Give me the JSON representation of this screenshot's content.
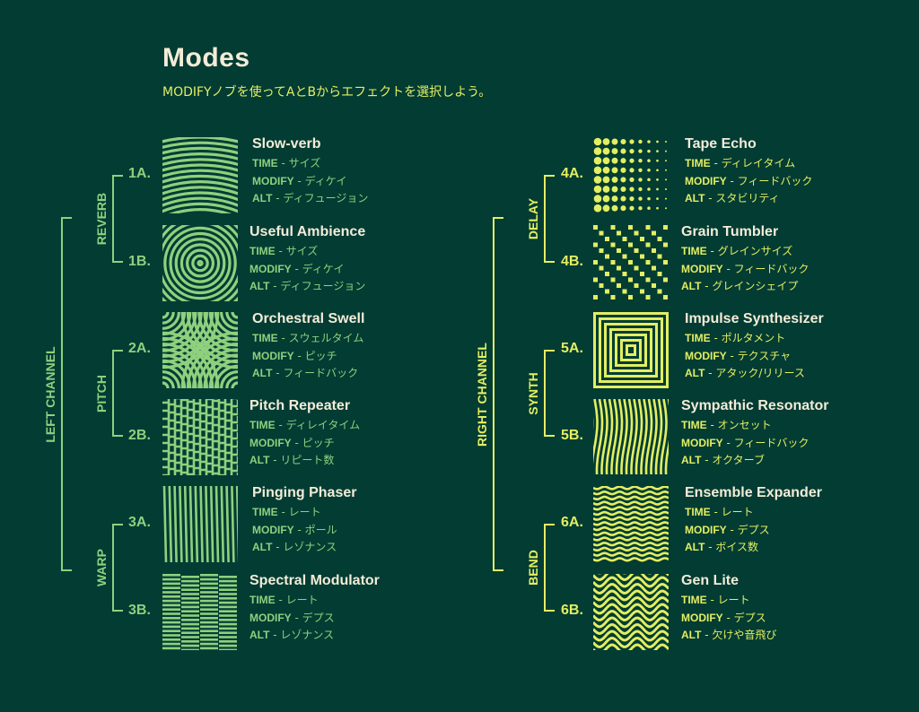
{
  "header": {
    "title": "Modes",
    "subtitle": "MODIFYノブを使ってAとBからエフェクトを選択しよう。"
  },
  "colors": {
    "background": "#023c33",
    "title": "#f3ecd8",
    "left_accent": "#8fd07e",
    "right_accent": "#e3ee62"
  },
  "channels": [
    {
      "label": "LEFT CHANNEL",
      "groups": [
        {
          "label": "REVERB",
          "modes": [
            {
              "code": "1A.",
              "name": "Slow-verb",
              "pattern": "arcs-icon",
              "params": [
                {
                  "key": "TIME",
                  "value": "サイズ"
                },
                {
                  "key": "MODIFY",
                  "value": "ディケイ"
                },
                {
                  "key": "ALT",
                  "value": "ディフュージョン"
                }
              ]
            },
            {
              "code": "1B.",
              "name": "Useful Ambience",
              "pattern": "concentric-circles-icon",
              "params": [
                {
                  "key": "TIME",
                  "value": "サイズ"
                },
                {
                  "key": "MODIFY",
                  "value": "ディケイ"
                },
                {
                  "key": "ALT",
                  "value": "ディフュージョン"
                }
              ]
            }
          ]
        },
        {
          "label": "PITCH",
          "modes": [
            {
              "code": "2A.",
              "name": "Orchestral Swell",
              "pattern": "corner-arcs-icon",
              "params": [
                {
                  "key": "TIME",
                  "value": "スウェルタイム"
                },
                {
                  "key": "MODIFY",
                  "value": "ピッチ"
                },
                {
                  "key": "ALT",
                  "value": "フィードバック"
                }
              ]
            },
            {
              "code": "2B.",
              "name": "Pitch Repeater",
              "pattern": "staircase-icon",
              "params": [
                {
                  "key": "TIME",
                  "value": "ディレイタイム"
                },
                {
                  "key": "MODIFY",
                  "value": "ピッチ"
                },
                {
                  "key": "ALT",
                  "value": "リピート数"
                }
              ]
            }
          ]
        },
        {
          "label": "WARP",
          "modes": [
            {
              "code": "3A.",
              "name": "Pinging Phaser",
              "pattern": "vertical-lines-icon",
              "params": [
                {
                  "key": "TIME",
                  "value": "レート"
                },
                {
                  "key": "MODIFY",
                  "value": "ポール"
                },
                {
                  "key": "ALT",
                  "value": "レゾナンス"
                }
              ]
            },
            {
              "code": "3B.",
              "name": "Spectral Modulator",
              "pattern": "offset-bars-icon",
              "params": [
                {
                  "key": "TIME",
                  "value": "レート"
                },
                {
                  "key": "MODIFY",
                  "value": "デプス"
                },
                {
                  "key": "ALT",
                  "value": "レゾナンス"
                }
              ]
            }
          ]
        }
      ]
    },
    {
      "label": "RIGHT CHANNEL",
      "groups": [
        {
          "label": "DELAY",
          "modes": [
            {
              "code": "4A.",
              "name": "Tape Echo",
              "pattern": "fading-dots-icon",
              "params": [
                {
                  "key": "TIME",
                  "value": "ディレイタイム"
                },
                {
                  "key": "MODIFY",
                  "value": "フィードバック"
                },
                {
                  "key": "ALT",
                  "value": "スタビリティ"
                }
              ]
            },
            {
              "code": "4B.",
              "name": "Grain Tumbler",
              "pattern": "diagonal-squares-icon",
              "params": [
                {
                  "key": "TIME",
                  "value": "グレインサイズ"
                },
                {
                  "key": "MODIFY",
                  "value": "フィードバック"
                },
                {
                  "key": "ALT",
                  "value": "グレインシェイプ"
                }
              ]
            }
          ]
        },
        {
          "label": "SYNTH",
          "modes": [
            {
              "code": "5A.",
              "name": "Impulse Synthesizer",
              "pattern": "nested-squares-icon",
              "params": [
                {
                  "key": "TIME",
                  "value": "ポルタメント"
                },
                {
                  "key": "MODIFY",
                  "value": "テクスチャ"
                },
                {
                  "key": "ALT",
                  "value": "アタック/リリース"
                }
              ]
            },
            {
              "code": "5B.",
              "name": "Sympathic Resonator",
              "pattern": "vertical-waves-icon",
              "params": [
                {
                  "key": "TIME",
                  "value": "オンセット"
                },
                {
                  "key": "MODIFY",
                  "value": "フィードバック"
                },
                {
                  "key": "ALT",
                  "value": "オクターブ"
                }
              ]
            }
          ]
        },
        {
          "label": "BEND",
          "modes": [
            {
              "code": "6A.",
              "name": "Ensemble Expander",
              "pattern": "small-waves-icon",
              "params": [
                {
                  "key": "TIME",
                  "value": "レート"
                },
                {
                  "key": "MODIFY",
                  "value": "デプス"
                },
                {
                  "key": "ALT",
                  "value": "ボイス数"
                }
              ]
            },
            {
              "code": "6B.",
              "name": "Gen Lite",
              "pattern": "large-waves-icon",
              "params": [
                {
                  "key": "TIME",
                  "value": "レート"
                },
                {
                  "key": "MODIFY",
                  "value": "デプス"
                },
                {
                  "key": "ALT",
                  "value": "欠けや音飛び"
                }
              ]
            }
          ]
        }
      ]
    }
  ]
}
